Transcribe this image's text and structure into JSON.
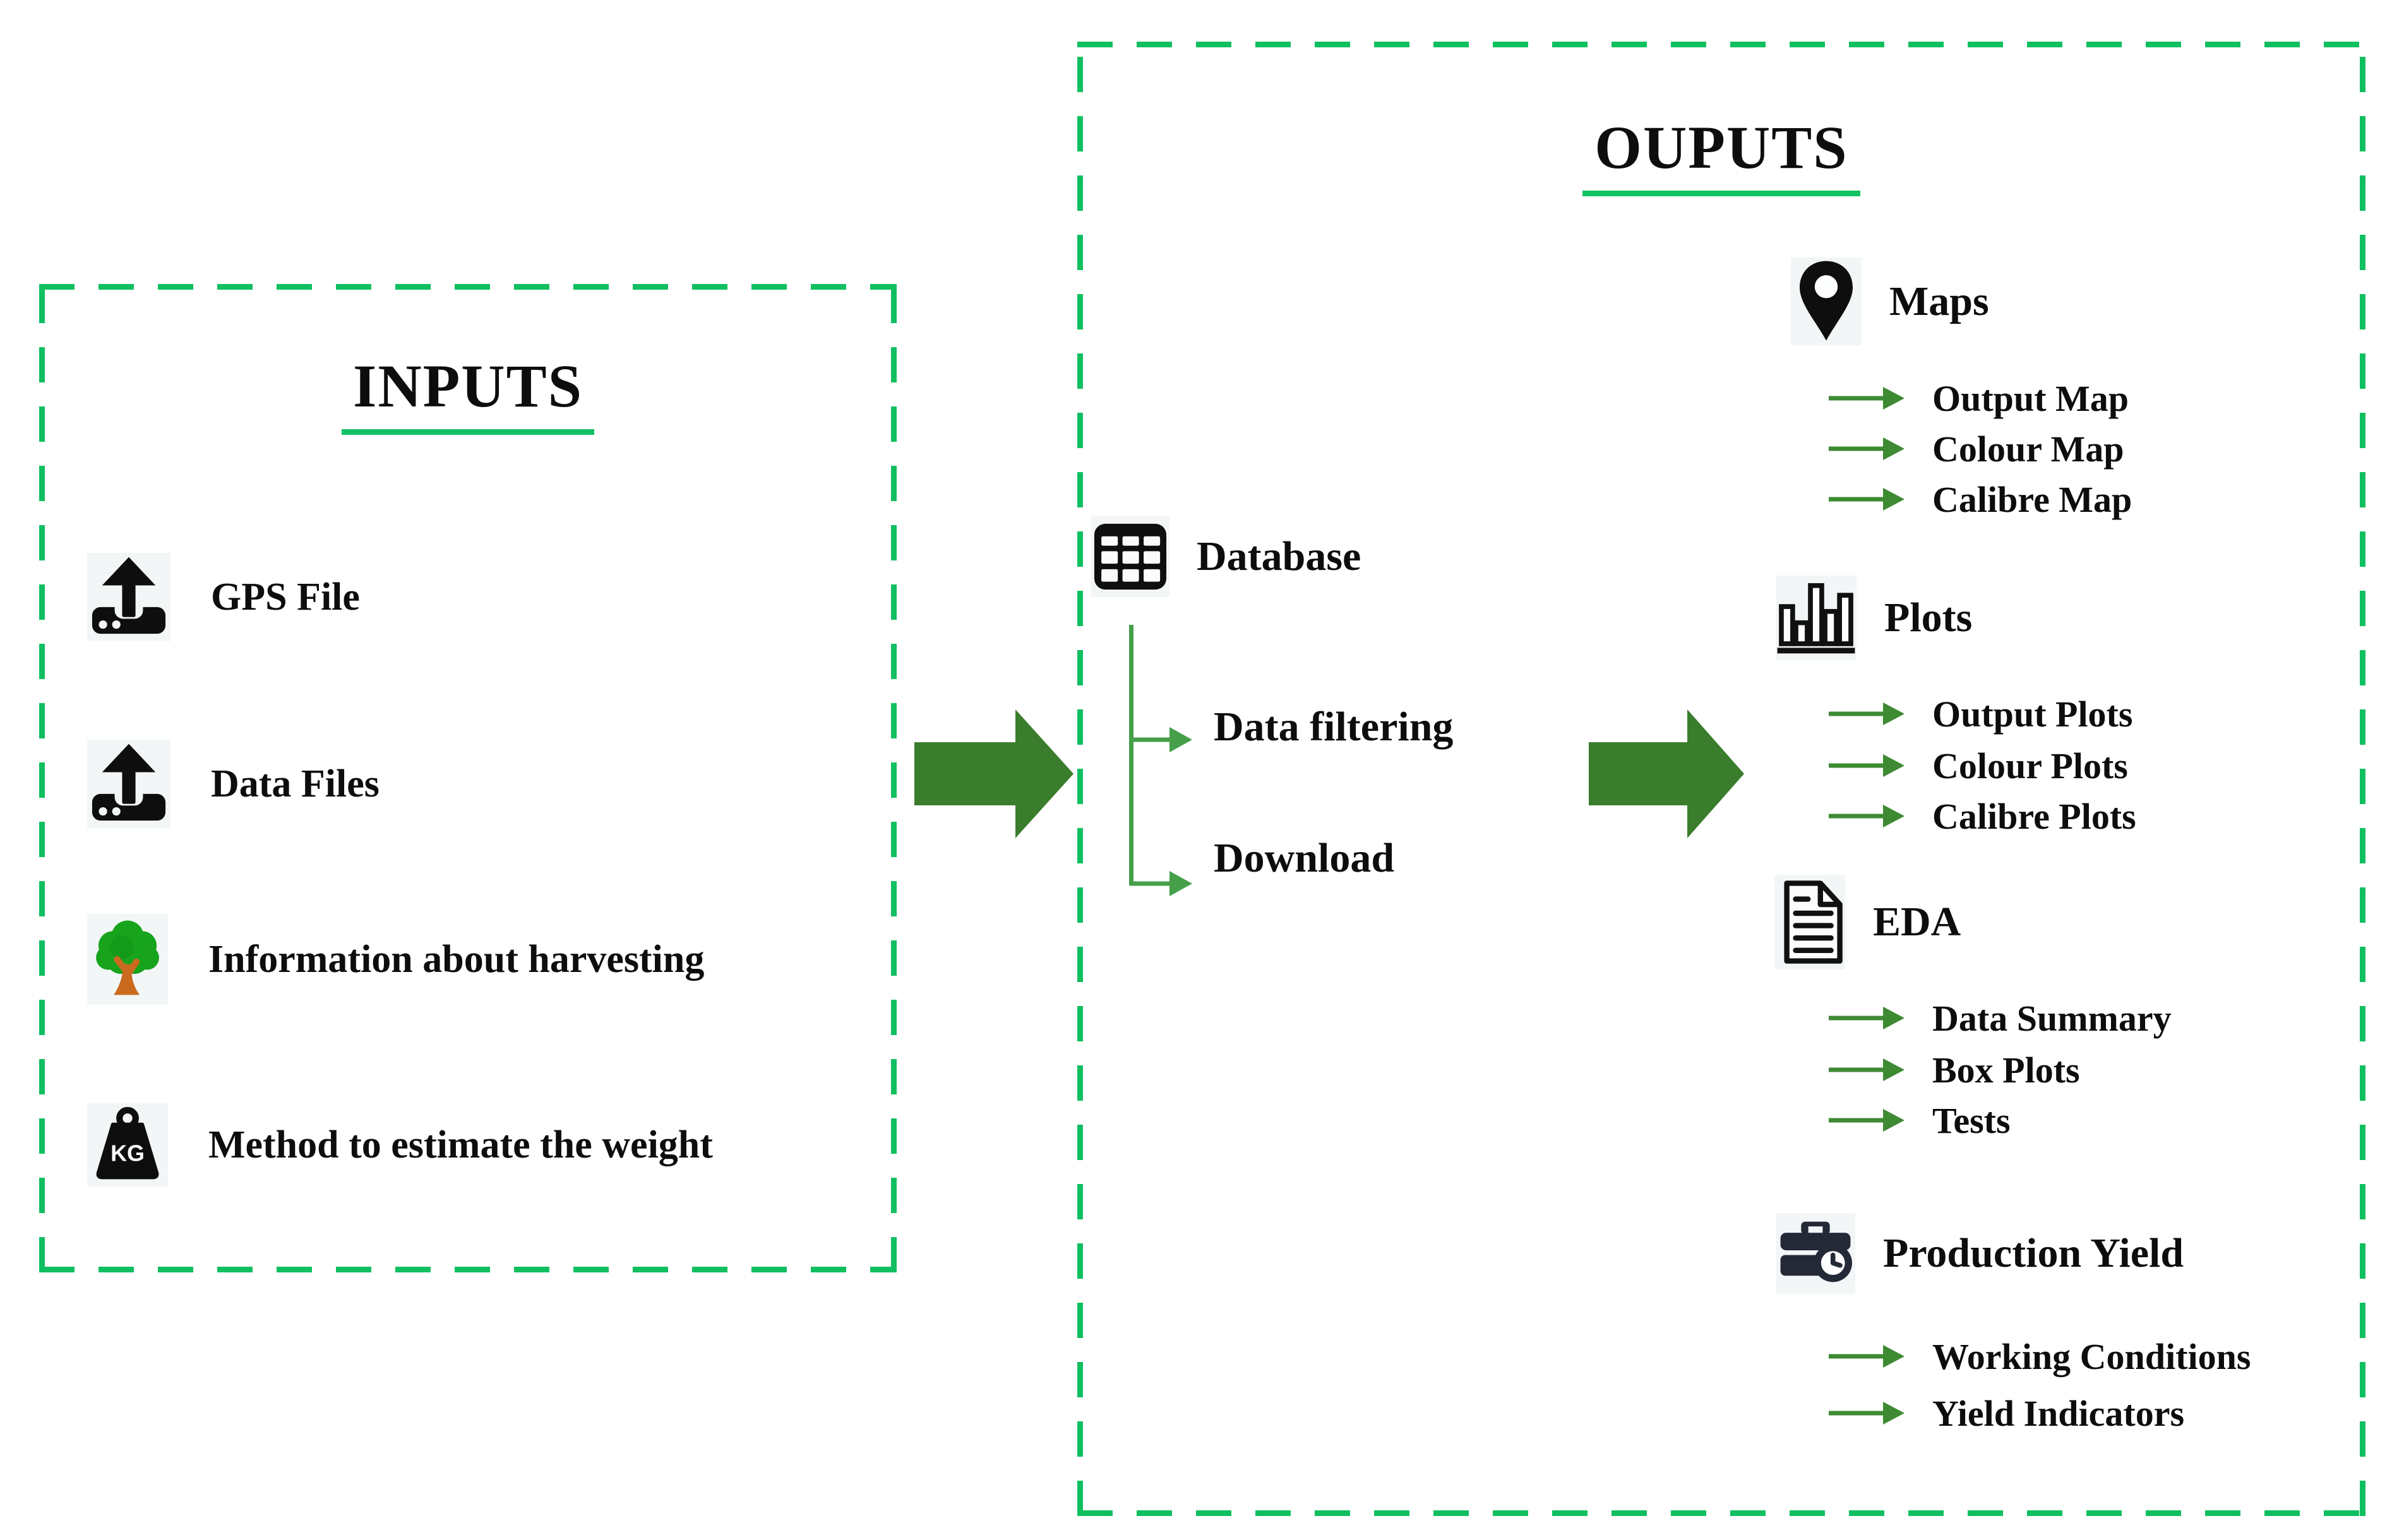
{
  "inputs_panel": {
    "title": "INPUTS",
    "items": [
      {
        "label": "GPS File",
        "icon": "upload-icon"
      },
      {
        "label": "Data Files",
        "icon": "upload-icon"
      },
      {
        "label": "Information about harvesting",
        "icon": "tree-icon"
      },
      {
        "label": "Method to estimate the weight",
        "icon": "weight-kg-icon",
        "badge": "KG"
      }
    ]
  },
  "flow": {
    "database": {
      "label": "Database",
      "icon": "table-icon",
      "children": [
        {
          "label": "Data filtering"
        },
        {
          "label": "Download"
        }
      ]
    }
  },
  "outputs_panel": {
    "title": "OUPUTS",
    "sections": [
      {
        "label": "Maps",
        "icon": "map-pin-icon",
        "items": [
          "Output Map",
          "Colour Map",
          "Calibre Map"
        ]
      },
      {
        "label": "Plots",
        "icon": "bar-chart-icon",
        "items": [
          "Output Plots",
          "Colour Plots",
          "Calibre Plots"
        ]
      },
      {
        "label": "EDA",
        "icon": "document-icon",
        "items": [
          "Data Summary",
          "Box Plots",
          "Tests"
        ]
      },
      {
        "label": "Production Yield",
        "icon": "briefcase-clock-icon",
        "items": [
          "Working Conditions",
          "Yield Indicators"
        ]
      }
    ]
  },
  "colors": {
    "dashed_border_green": "#10bf60",
    "underline_green": "#12c264",
    "big_arrow_green": "#3a7d2c",
    "small_arrow_green": "#3e8a33",
    "branch_green": "#46a049",
    "icon_black": "#0e0e0e",
    "icon_background": "#f3f6f7",
    "tree_green": "#18a31c",
    "tree_trunk_orange": "#c96a1f",
    "briefcase_dark": "#232936",
    "text_black": "#0d0d0d"
  }
}
